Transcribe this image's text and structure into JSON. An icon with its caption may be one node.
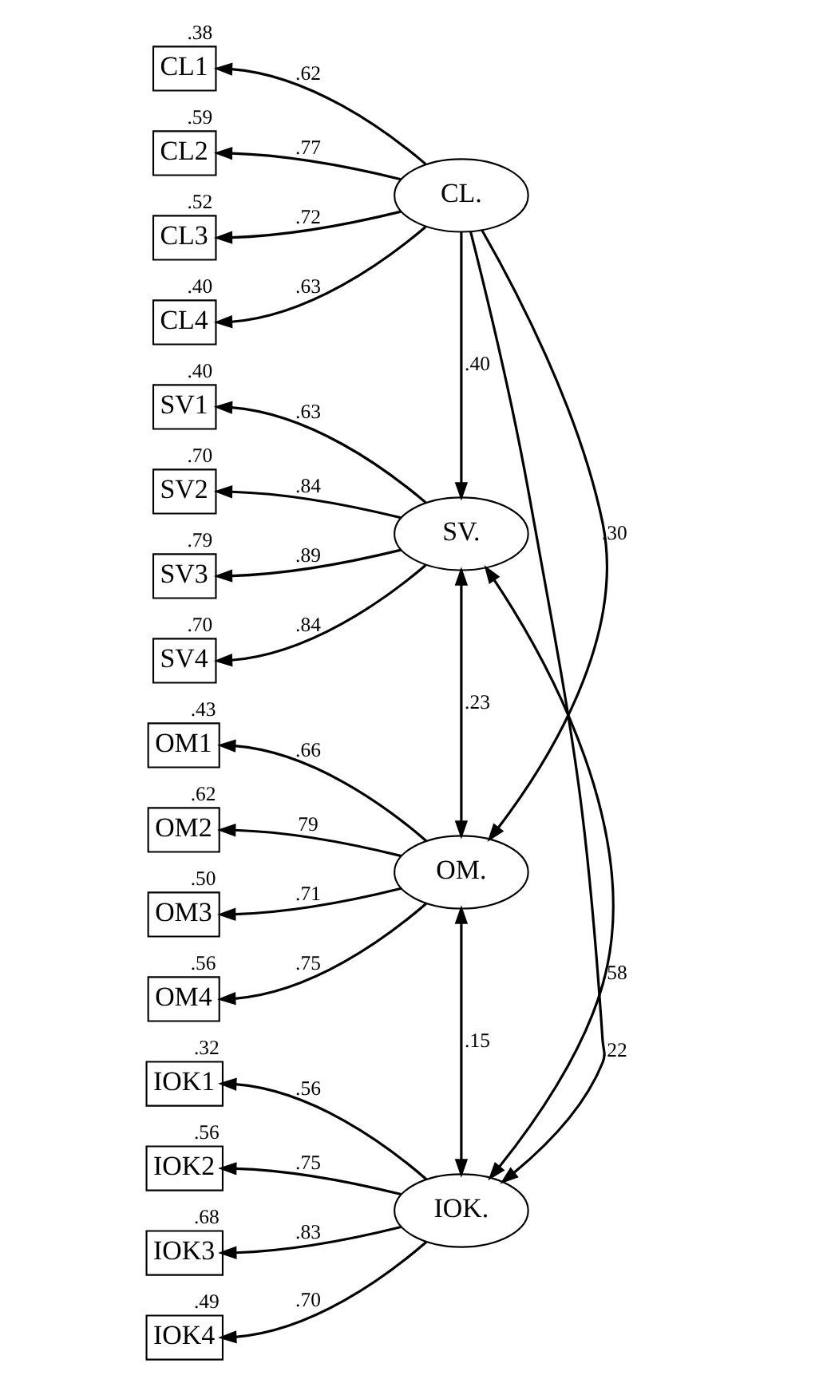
{
  "diagram": {
    "nodes": [
      {
        "text": [
          "CL1"
        ],
        "beside": [
          ".38"
        ]
      },
      {
        "text": [
          "CL2"
        ],
        "beside": [
          ".59"
        ]
      },
      {
        "text": [
          "CL3"
        ],
        "beside": [
          ".52"
        ]
      },
      {
        "text": [
          "CL4"
        ],
        "beside": [
          ".40"
        ]
      },
      {
        "text": [
          "CL."
        ]
      },
      {
        "text": [
          "SV1"
        ],
        "beside": [
          ".40"
        ]
      },
      {
        "text": [
          "SV2"
        ],
        "beside": [
          ".70"
        ]
      },
      {
        "text": [
          "SV3"
        ],
        "beside": [
          ".79"
        ]
      },
      {
        "text": [
          "SV4"
        ],
        "beside": [
          ".70"
        ]
      },
      {
        "text": [
          "SV."
        ]
      },
      {
        "text": [
          "OM1"
        ],
        "beside": [
          ".43"
        ]
      },
      {
        "text": [
          "OM2"
        ],
        "beside": [
          ".62"
        ]
      },
      {
        "text": [
          "OM3"
        ],
        "beside": [
          ".50"
        ]
      },
      {
        "text": [
          "OM4"
        ],
        "beside": [
          ".56"
        ]
      },
      {
        "text": [
          "OM."
        ]
      },
      {
        "text": [
          "IOK1"
        ],
        "beside": [
          ".32"
        ]
      },
      {
        "text": [
          "IOK2"
        ],
        "beside": [
          ".56"
        ]
      },
      {
        "text": [
          "IOK3"
        ],
        "beside": [
          ".68"
        ]
      },
      {
        "text": [
          "IOK4"
        ],
        "beside": [
          ".49"
        ]
      },
      {
        "text": [
          "IOK."
        ]
      }
    ],
    "edges": [
      {
        "from": 4,
        "to": 0,
        "arrow": "to",
        "label": ".62"
      },
      {
        "from": 4,
        "to": 1,
        "arrow": "to",
        "label": ".77"
      },
      {
        "from": 4,
        "to": 2,
        "arrow": "to",
        "label": ".72"
      },
      {
        "from": 4,
        "to": 3,
        "arrow": "to",
        "label": ".63"
      },
      {
        "from": 9,
        "to": 5,
        "arrow": "to",
        "label": ".63"
      },
      {
        "from": 9,
        "to": 6,
        "arrow": "to",
        "label": ".84"
      },
      {
        "from": 9,
        "to": 7,
        "arrow": "to",
        "label": ".89"
      },
      {
        "from": 9,
        "to": 8,
        "arrow": "to",
        "label": ".84"
      },
      {
        "from": 14,
        "to": 10,
        "arrow": "to",
        "label": ".66"
      },
      {
        "from": 14,
        "to": 11,
        "arrow": "to",
        "label": "79"
      },
      {
        "from": 14,
        "to": 12,
        "arrow": "to",
        "label": ".71"
      },
      {
        "from": 14,
        "to": 13,
        "arrow": "to",
        "label": ".75"
      },
      {
        "from": 19,
        "to": 15,
        "arrow": "to",
        "label": ".56"
      },
      {
        "from": 19,
        "to": 16,
        "arrow": "to",
        "label": ".75"
      },
      {
        "from": 19,
        "to": 17,
        "arrow": "to",
        "label": ".83"
      },
      {
        "from": 19,
        "to": 18,
        "arrow": "to",
        "label": ".70"
      },
      {
        "from": 4,
        "to": 9,
        "arrow": "to",
        "label": ".40"
      },
      {
        "from": 4,
        "to": 14,
        "arrow": "to",
        "label": ".30"
      },
      {
        "from": 4,
        "to": 19,
        "arrow": "to",
        "label": ".22"
      },
      {
        "from": 9,
        "to": 14,
        "arrow": "both",
        "label": ".23"
      },
      {
        "from": 9,
        "to": 19,
        "arrow": "both",
        "label": ".58"
      },
      {
        "from": 14,
        "to": 19,
        "arrow": "both",
        "label": ".15"
      }
    ]
  }
}
